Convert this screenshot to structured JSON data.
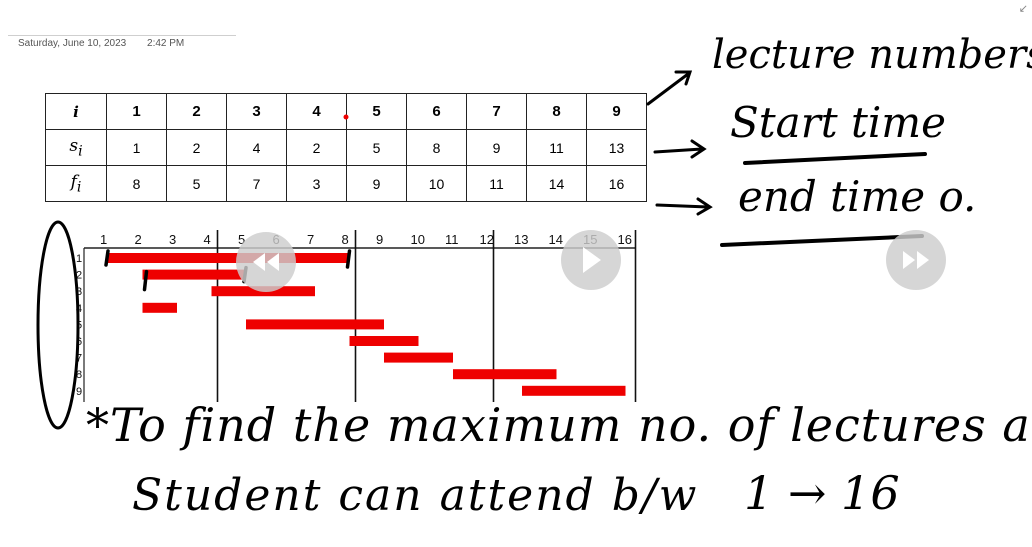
{
  "page": {
    "date": "Saturday, June 10, 2023",
    "time": "2:42 PM",
    "resize_icon": "diagonal-arrow-icon"
  },
  "table": {
    "header": [
      "i",
      "1",
      "2",
      "3",
      "4",
      "5",
      "6",
      "7",
      "8",
      "9"
    ],
    "rows": [
      {
        "label": "s",
        "sub": "i",
        "values": [
          "1",
          "2",
          "4",
          "2",
          "5",
          "8",
          "9",
          "11",
          "13"
        ]
      },
      {
        "label": "f",
        "sub": "i",
        "values": [
          "8",
          "5",
          "7",
          "3",
          "9",
          "10",
          "11",
          "14",
          "16"
        ]
      }
    ]
  },
  "timeline": {
    "axis_ticks": [
      "1",
      "2",
      "3",
      "4",
      "5",
      "6",
      "7",
      "8",
      "9",
      "10",
      "11",
      "12",
      "13",
      "14",
      "15",
      "16"
    ],
    "row_labels": [
      "1",
      "2",
      "3",
      "4",
      "5",
      "6",
      "7",
      "8",
      "9"
    ],
    "bar_color": "#ee0000",
    "bars": [
      {
        "lecture": "1",
        "start": 1,
        "end": 8
      },
      {
        "lecture": "2",
        "start": 2,
        "end": 5
      },
      {
        "lecture": "3",
        "start": 4,
        "end": 7
      },
      {
        "lecture": "4",
        "start": 2,
        "end": 3
      },
      {
        "lecture": "5",
        "start": 5,
        "end": 9
      },
      {
        "lecture": "6",
        "start": 8,
        "end": 10
      },
      {
        "lecture": "7",
        "start": 9,
        "end": 11
      },
      {
        "lecture": "8",
        "start": 11,
        "end": 14
      },
      {
        "lecture": "9",
        "start": 13,
        "end": 16
      }
    ],
    "divider_times": [
      4,
      8,
      12
    ]
  },
  "annotations": {
    "lecture_numbers": "lecture numbers",
    "start_time": "Start time",
    "end_time": "end time o.",
    "note_line1": "*To find the maximum no. of lectures a",
    "note_line2": "Student can attend b/w",
    "note_range": "1 → 16"
  },
  "video_controls": {
    "rewind_icon": "rewind-icon",
    "play_icon": "play-icon",
    "forward_icon": "fast-forward-icon"
  }
}
